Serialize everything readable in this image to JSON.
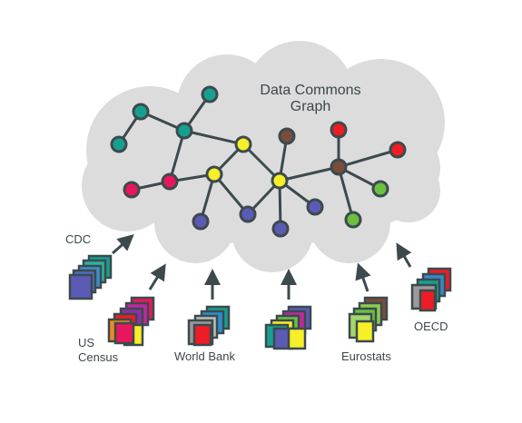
{
  "title_line1": "Data Commons",
  "title_line2": "Graph",
  "sources": {
    "cdc": "CDC",
    "us_census_line1": "US",
    "us_census_line2": "Census",
    "world_bank": "World Bank",
    "eurostats": "Eurostats",
    "oecd": "OECD"
  },
  "colors": {
    "cloud": "#dcdcdc",
    "edge": "#3c4a4d",
    "teal": "#16a091",
    "yellow": "#f7ef27",
    "magenta": "#e8175d",
    "purple": "#5b5bb6",
    "brown": "#7a4c3c",
    "red": "#ee1c24",
    "green": "#6cbf3f",
    "gray": "#9a9a9a"
  }
}
